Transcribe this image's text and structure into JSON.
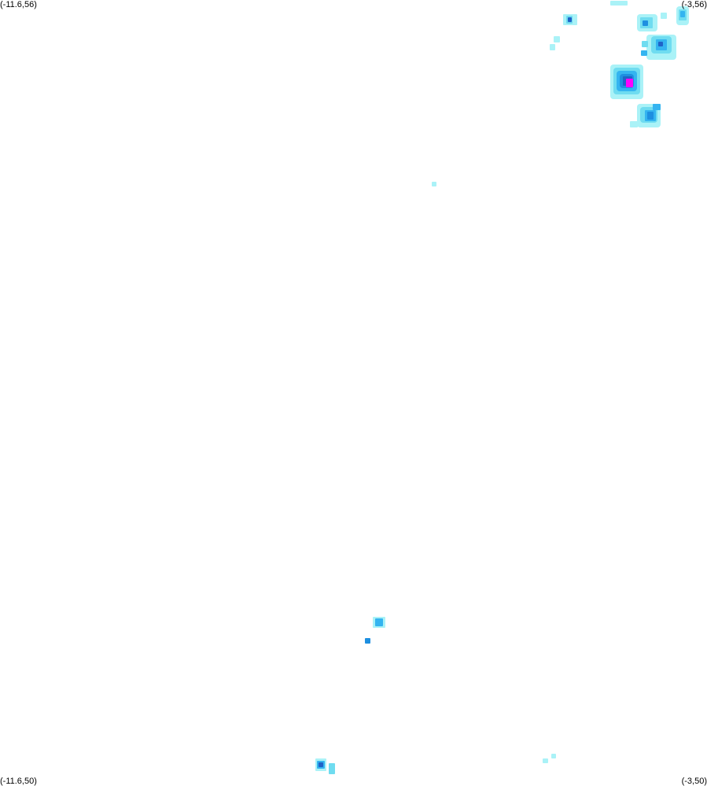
{
  "corners": {
    "top_left": "(-11.6,56)",
    "top_right": "(-3,56)",
    "bottom_left": "(-11.6,50)",
    "bottom_right": "(-3,50)"
  },
  "colors": {
    "background": "#ffffff",
    "level_1": "#aaf2f7",
    "level_2": "#6fdcf0",
    "level_3": "#34b4f0",
    "level_4": "#1e8fe0",
    "level_5": "#1f63c8",
    "level_6": "#ff00ff"
  }
}
